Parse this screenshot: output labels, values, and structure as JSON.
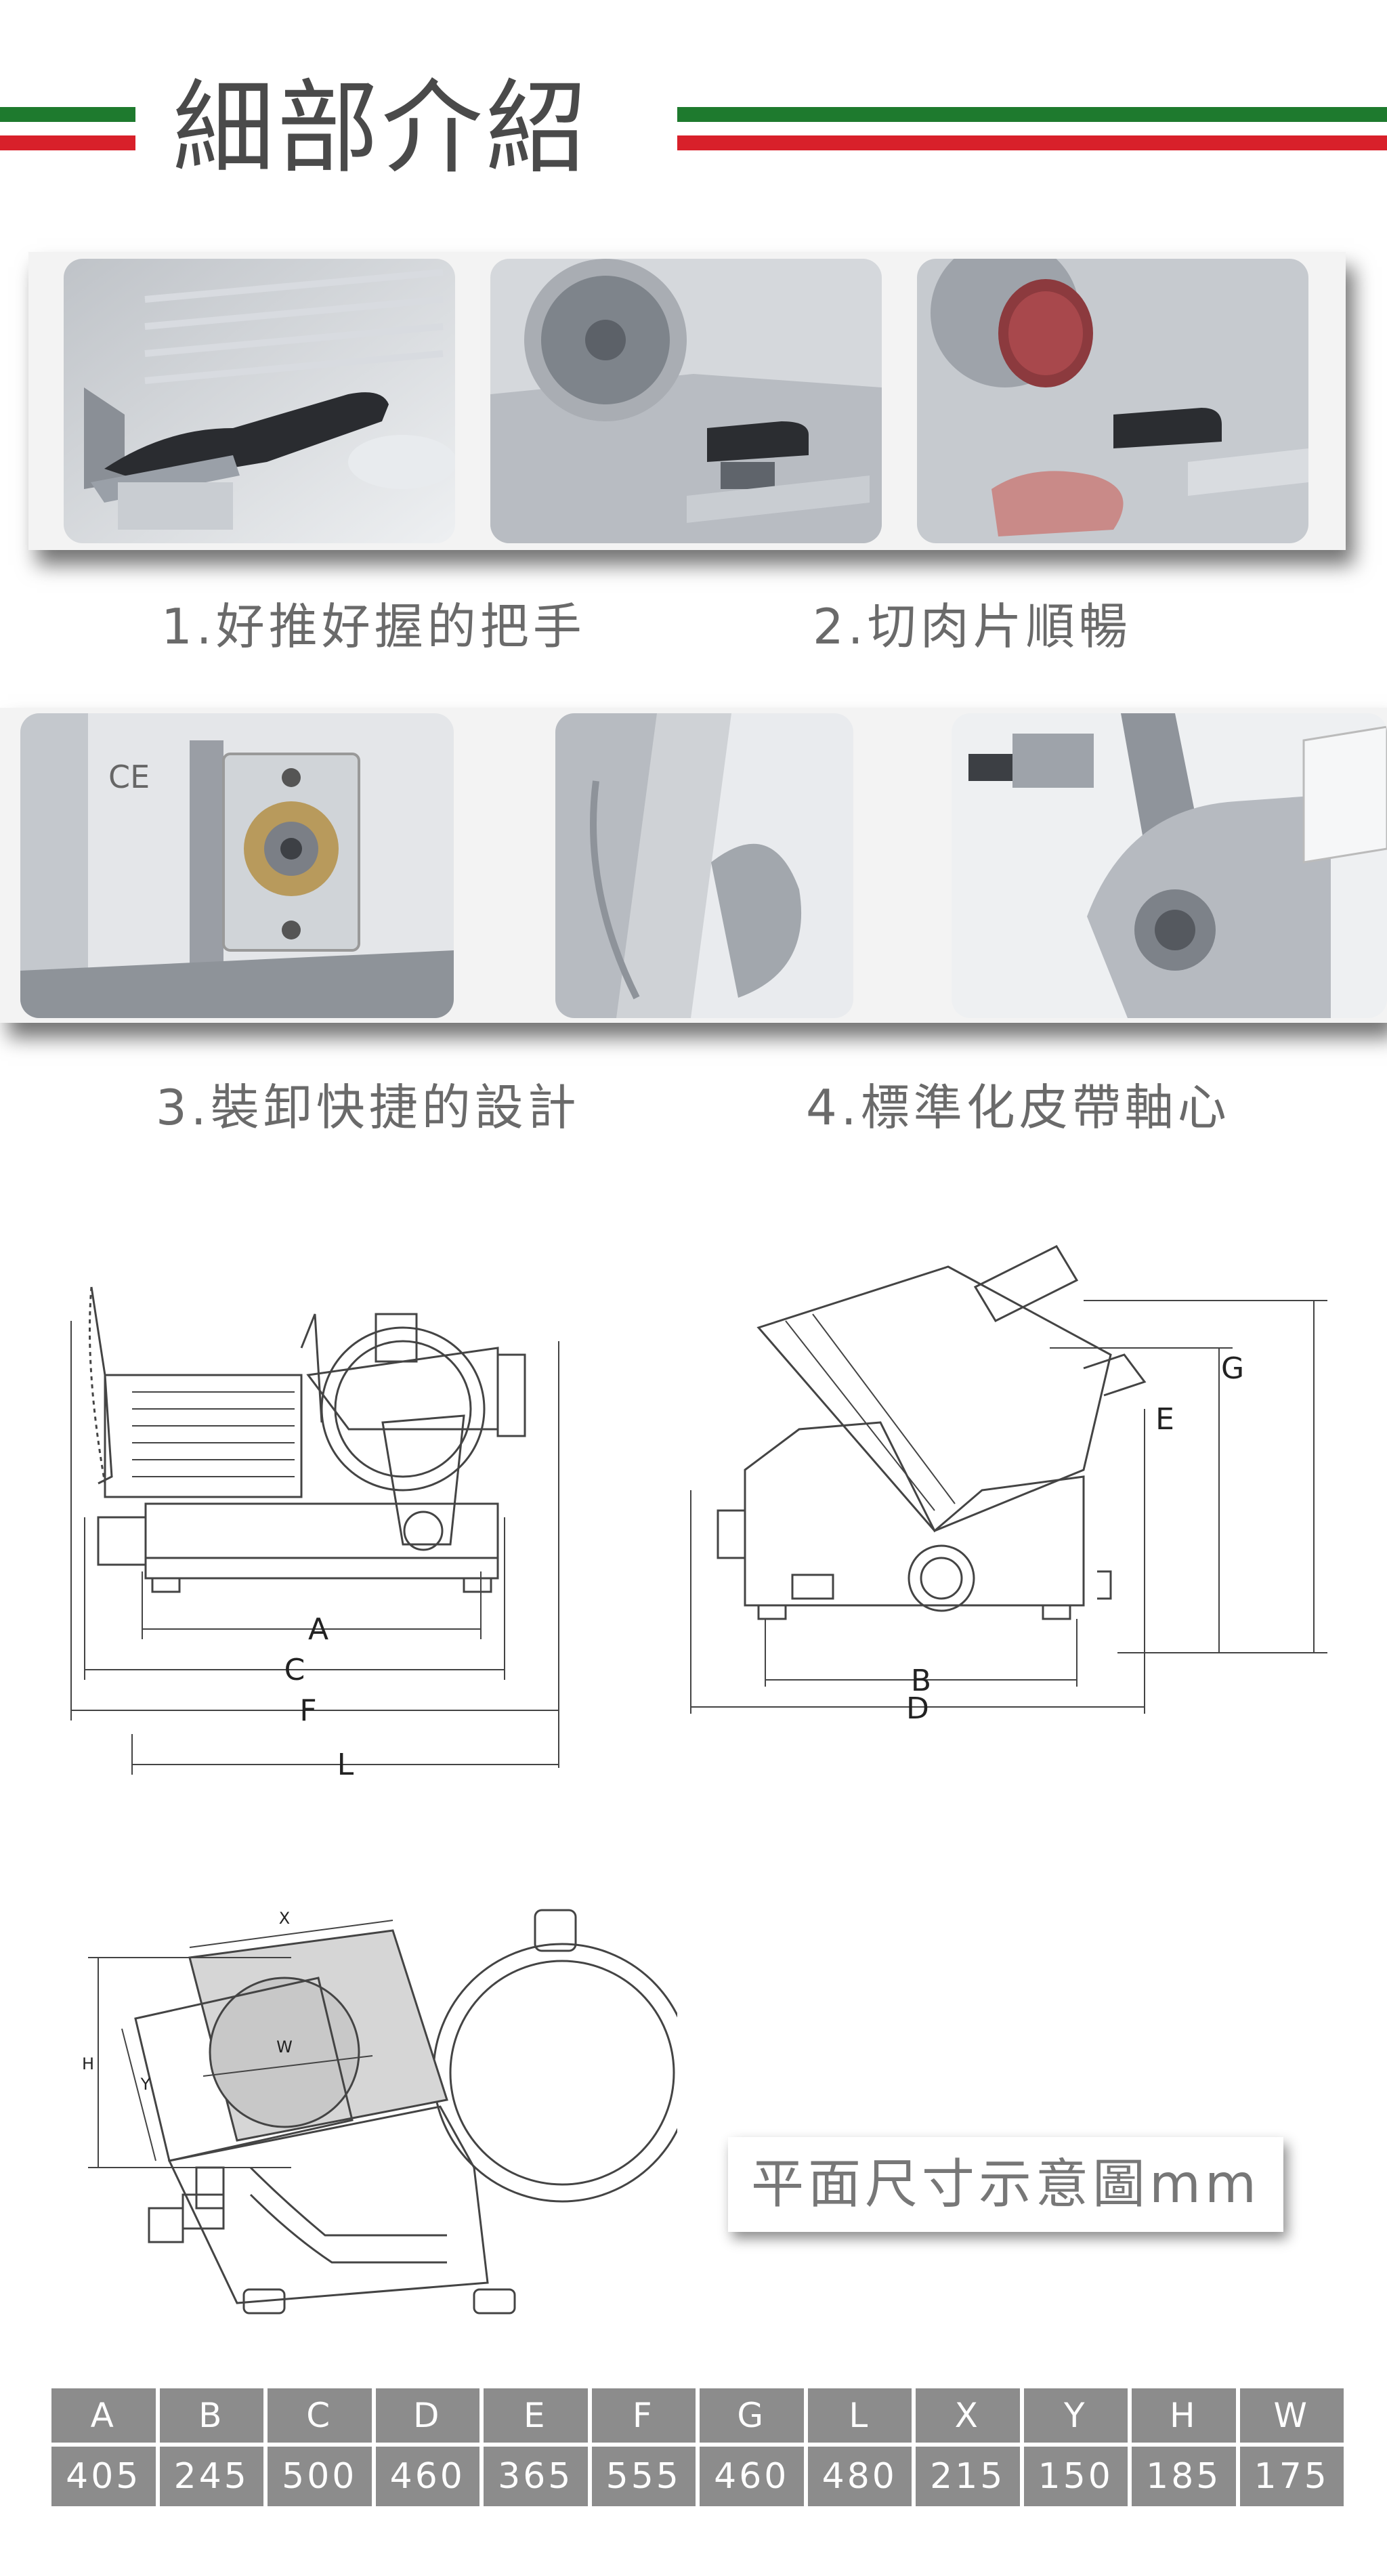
{
  "header": {
    "title": "細部介紹",
    "colors": {
      "green": "#1e7a2e",
      "red": "#d8202a",
      "white": "#ffffff"
    }
  },
  "features": [
    {
      "caption": "1.好推好握的把手",
      "icon": "slicer-handle-photo"
    },
    {
      "caption": "2.切肉片順暢",
      "icon": "slicer-blade-cutting-photo"
    },
    {
      "caption": "3.裝卸快捷的設計",
      "icon": "blade-mount-photo"
    },
    {
      "caption": "4.標準化皮帶軸心",
      "icon": "belt-shaft-photo"
    }
  ],
  "drawings": {
    "front_labels": [
      "A",
      "C",
      "F",
      "L"
    ],
    "side_labels": [
      "B",
      "D",
      "E",
      "G"
    ],
    "plan_labels": [
      "X",
      "W",
      "H",
      "Y"
    ],
    "plan_caption": "平面尺寸示意圖mm"
  },
  "specs": {
    "headers": [
      "A",
      "B",
      "C",
      "D",
      "E",
      "F",
      "G",
      "L",
      "X",
      "Y",
      "H",
      "W"
    ],
    "values": [
      "405",
      "245",
      "500",
      "460",
      "365",
      "555",
      "460",
      "480",
      "215",
      "150",
      "185",
      "175"
    ]
  }
}
